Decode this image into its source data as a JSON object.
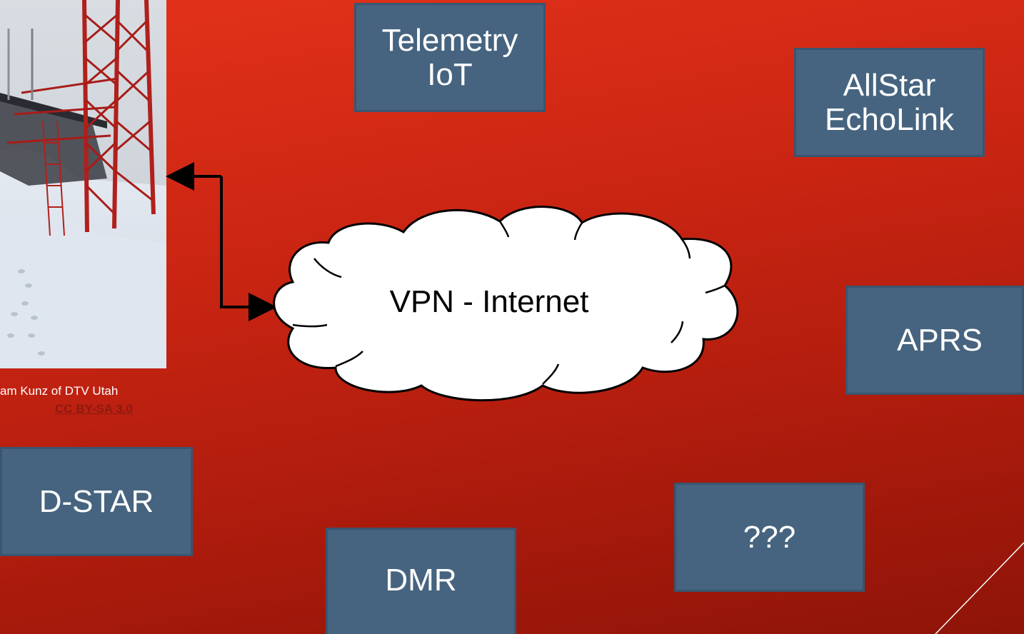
{
  "photo": {
    "caption": "am Kunz of DTV Utah",
    "license": "CC BY-SA 3.0"
  },
  "cloud": {
    "label": "VPN - Internet"
  },
  "boxes": {
    "telemetry": {
      "line1": "Telemetry",
      "line2": "IoT"
    },
    "allstar": {
      "line1": "AllStar",
      "line2": "EchoLink"
    },
    "aprs": {
      "label": "APRS"
    },
    "dstar": {
      "label": "D-STAR"
    },
    "dmr": {
      "label": "DMR"
    },
    "unknown": {
      "label": "???"
    }
  },
  "colors": {
    "background": "#c82412",
    "box_fill": "#46647f",
    "box_border": "#3a5570",
    "cloud_fill": "#ffffff"
  }
}
